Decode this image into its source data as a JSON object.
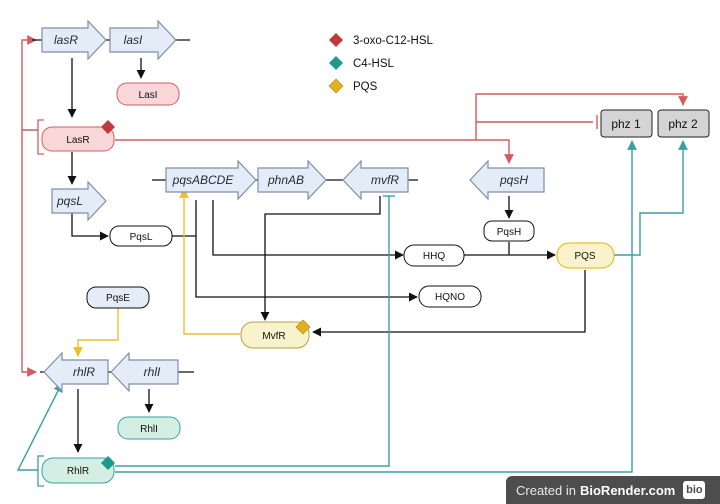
{
  "genes": {
    "lasR": "lasR",
    "lasI": "lasI",
    "pqsL": "pqsL",
    "pqsABCDE": "pqsABCDE",
    "phnAB": "phnAB",
    "mvfR": "mvfR",
    "pqsH": "pqsH",
    "rhlR": "rhlR",
    "rhlI": "rhlI"
  },
  "proteins": {
    "LasI": "LasI",
    "LasR": "LasR",
    "PqsL": "PqsL",
    "PqsH": "PqsH",
    "PqsE": "PqsE",
    "MvfR": "MvfR",
    "RhlI": "RhlI",
    "RhlR": "RhlR"
  },
  "metabolites": {
    "HHQ": "HHQ",
    "HQNO": "HQNO",
    "PQS": "PQS"
  },
  "targets": {
    "phz1": "phz 1",
    "phz2": "phz 2"
  },
  "legend": [
    {
      "label": "3-oxo-C12-HSL",
      "color": "#c0393b"
    },
    {
      "label": "C4-HSL",
      "color": "#1b9a8e"
    },
    {
      "label": "PQS",
      "color": "#e2b21e"
    }
  ],
  "colors": {
    "las": "#d35c5e",
    "rhl": "#3a9fa6",
    "pqs": "#e9c02a",
    "black": "#111111",
    "gene_fill": "#e3ecf7",
    "gene_stroke": "#7d90a8",
    "las_fill": "#f9d6d8",
    "rhl_fill": "#d5eee4",
    "pqs_fill": "#f8f3cc",
    "phz_fill": "#d4d4d4"
  },
  "watermark": {
    "prefix": "Created in",
    "brand": "BioRender.com",
    "logo": "bio"
  }
}
